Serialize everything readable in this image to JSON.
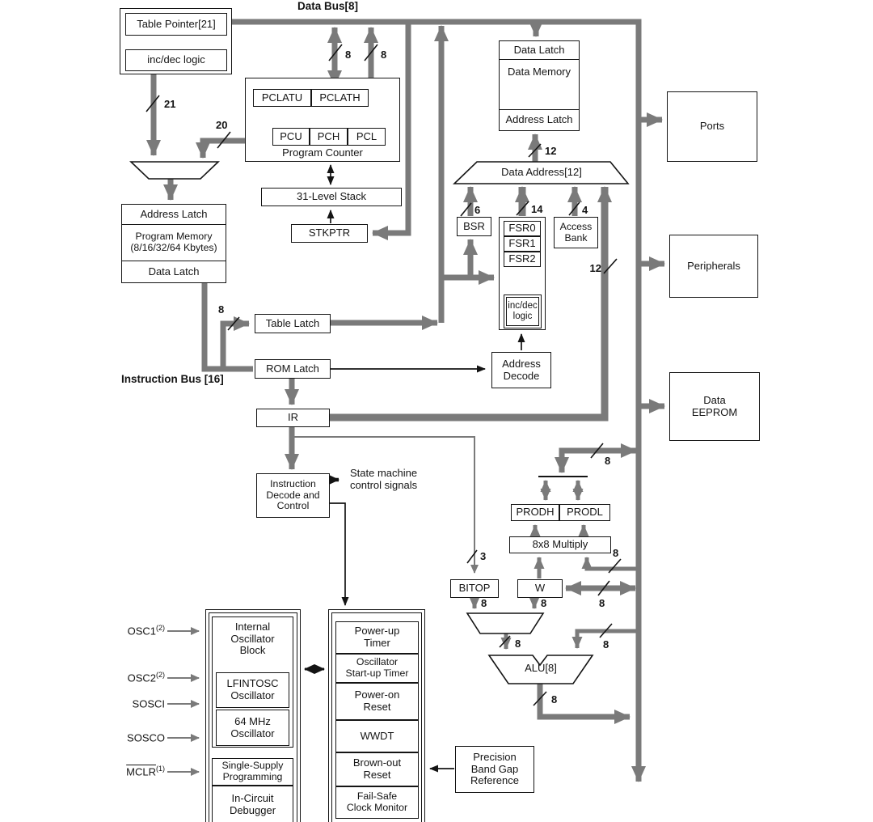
{
  "labels": {
    "data_bus": "Data Bus[8]",
    "instruction_bus": "Instruction Bus [16]",
    "table_pointer": "Table Pointer[21]",
    "tp_incdec": "inc/dec logic",
    "pclatu": "PCLATU",
    "pclath": "PCLATH",
    "pcu": "PCU",
    "pch": "PCH",
    "pcl": "PCL",
    "program_counter": "Program Counter",
    "stack": "31-Level Stack",
    "stkptr": "STKPTR",
    "pm_address_latch": "Address Latch",
    "pm_memory": "Program Memory\n(8/16/32/64 Kbytes)",
    "pm_data_latch": "Data Latch",
    "dm_data_latch": "Data Latch",
    "dm_memory": "Data Memory",
    "dm_address_latch": "Address Latch",
    "data_address_mux": "Data Address[12]",
    "ports": "Ports",
    "peripherals": "Peripherals",
    "data_eeprom": "Data\nEEPROM",
    "bsr": "BSR",
    "fsr0": "FSR0",
    "fsr1": "FSR1",
    "fsr2": "FSR2",
    "fsr_incdec": "inc/dec\nlogic",
    "access_bank": "Access\nBank",
    "address_decode": "Address\nDecode",
    "table_latch": "Table Latch",
    "rom_latch": "ROM Latch",
    "ir": "IR",
    "instruction_decode": "Instruction\nDecode and\nControl",
    "state_machine": "State machine\ncontrol signals",
    "prodh": "PRODH",
    "prodl": "PRODL",
    "multiply": "8x8 Multiply",
    "bitop": "BITOP",
    "w_register": "W",
    "alu": "ALU[8]",
    "internal_osc": "Internal\nOscillator\nBlock",
    "lfintosc": "LFINTOSC\nOscillator",
    "osc_64mhz": "64 MHz\nOscillator",
    "single_supply": "Single-Supply\nProgramming",
    "in_circuit_debugger": "In-Circuit\nDebugger",
    "power_up_timer": "Power-up\nTimer",
    "osc_startup_timer": "Oscillator\nStart-up Timer",
    "power_on_reset": "Power-on\nReset",
    "wwdt": "WWDT",
    "brown_out_reset": "Brown-out\nReset",
    "fail_safe": "Fail-Safe\nClock Monitor",
    "band_gap": "Precision\nBand Gap\nReference"
  },
  "pins": [
    {
      "name": "OSC1",
      "sup": "(2)"
    },
    {
      "name": "OSC2",
      "sup": "(2)"
    },
    {
      "name": "SOSCI",
      "sup": ""
    },
    {
      "name": "SOSCO",
      "sup": ""
    },
    {
      "name": "MCLR",
      "sup": "(1)"
    }
  ],
  "bus_widths": {
    "pc_high": "8",
    "pc_low": "8",
    "table_pointer": "21",
    "pc_in": "20",
    "table_latch_in": "8",
    "data_address_out": "12",
    "bsr": "6",
    "fsr": "14",
    "access_bank": "4",
    "ir_direct": "12",
    "bitop_in": "3",
    "prod_bus": "8",
    "multiply_in": "8",
    "w_bus": "8",
    "bitop_out": "8",
    "w_out": "8",
    "alu_in": "8",
    "alu_op2": "8",
    "alu_out": "8"
  },
  "colors": {
    "bus": "#7a7a7a",
    "line": "#141414",
    "background": "#ffffff",
    "box_fill": "#ffffff"
  }
}
